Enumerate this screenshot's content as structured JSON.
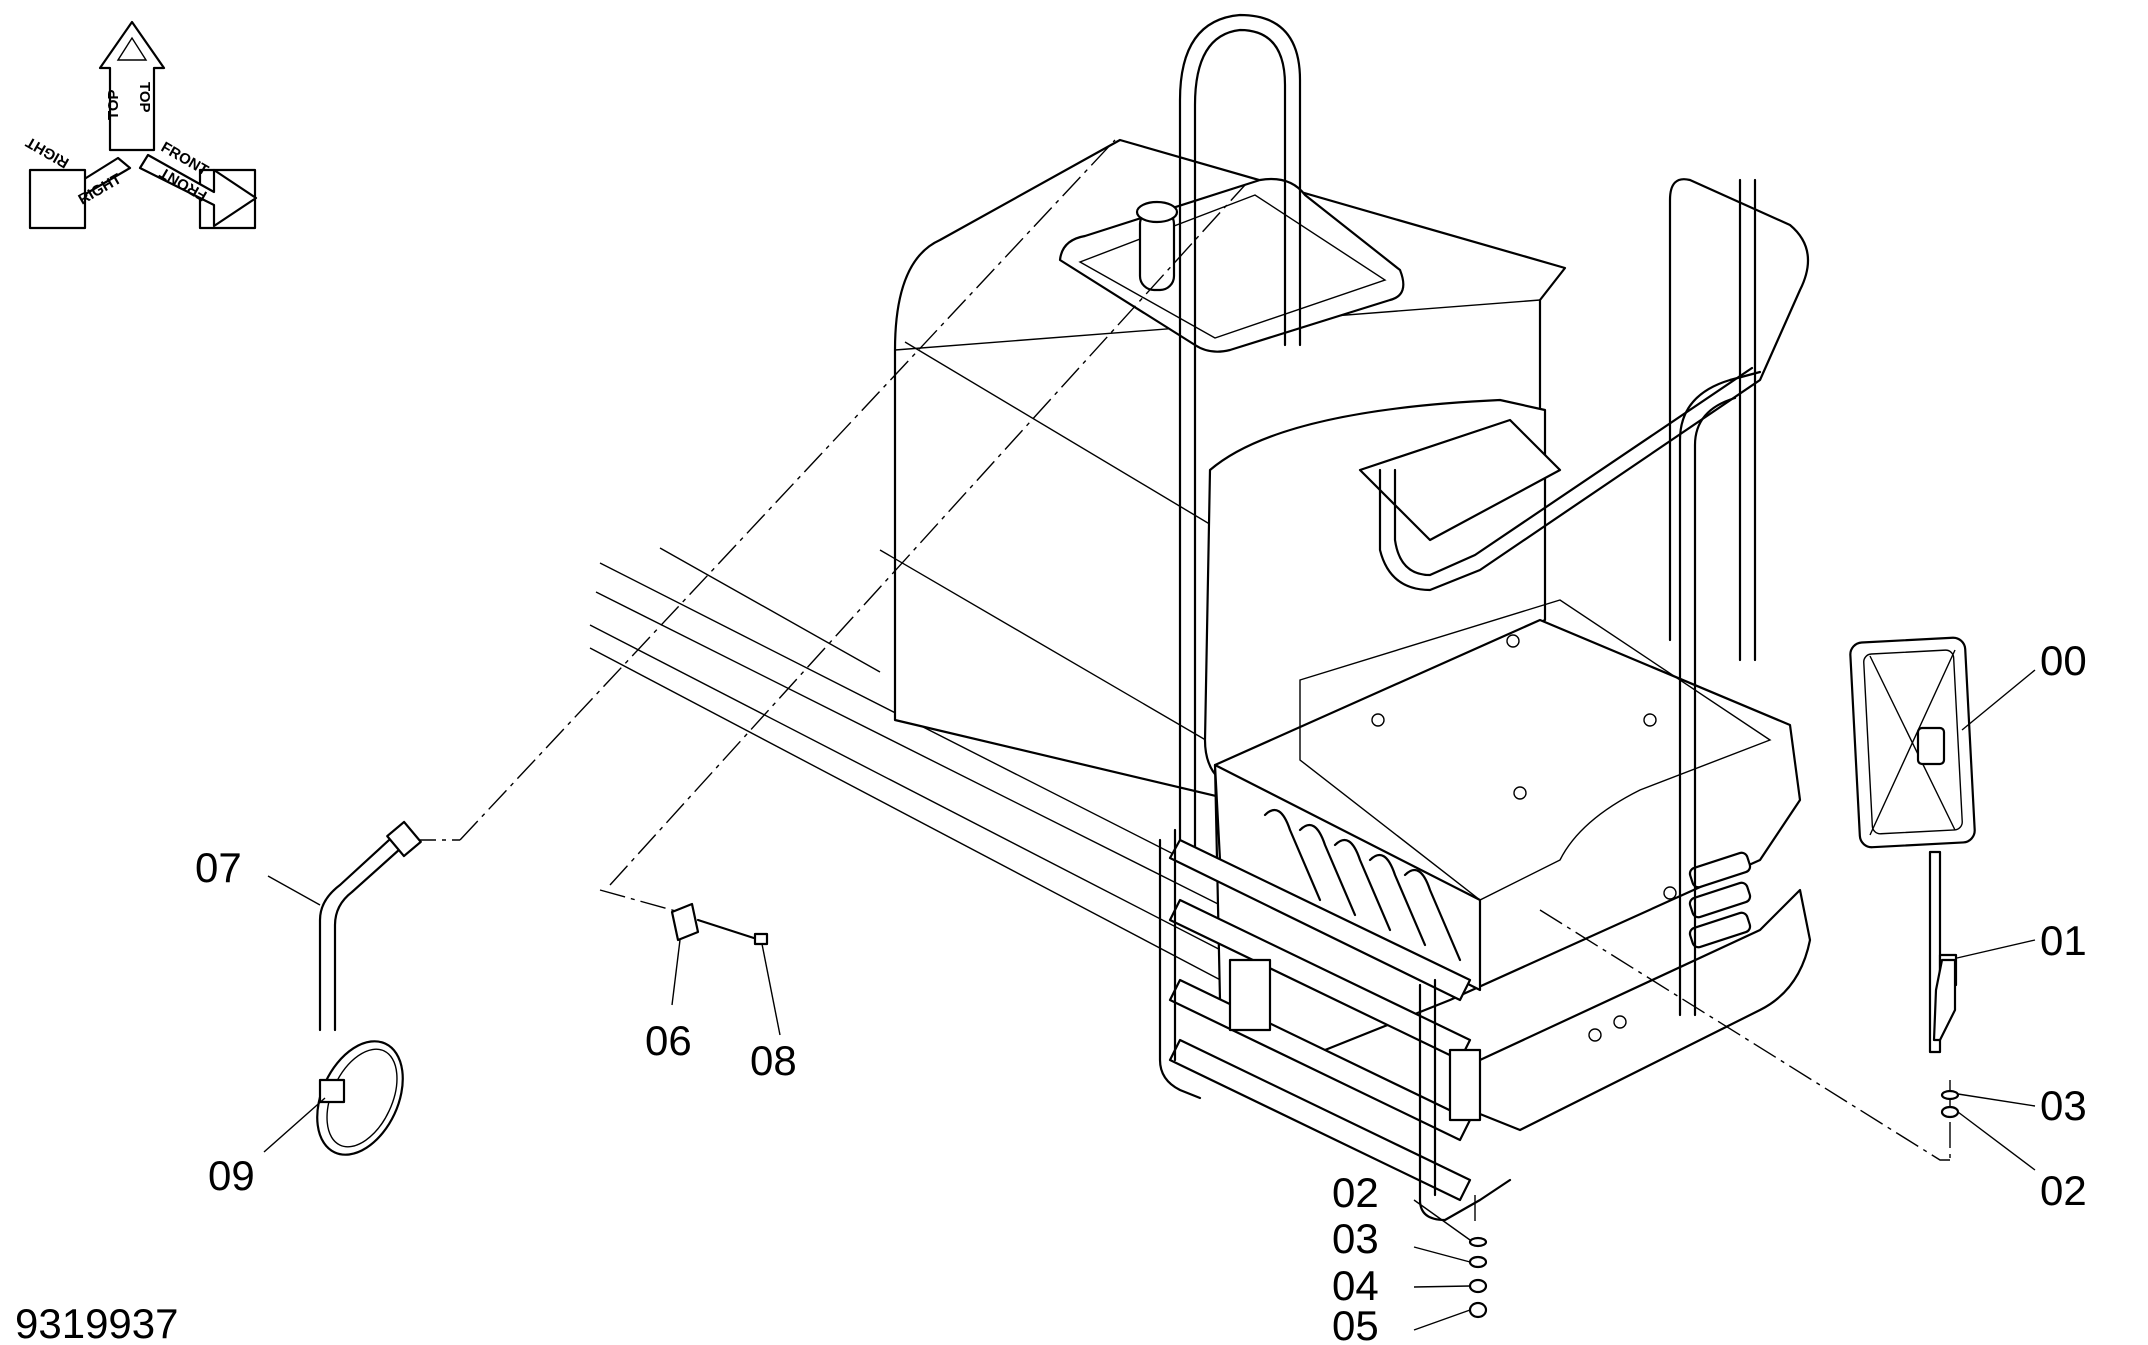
{
  "drawing": {
    "number": "9319937"
  },
  "orientation": {
    "top": "TOP",
    "right": "RIGHT",
    "front": "FRONT"
  },
  "callouts": [
    {
      "id": "00",
      "text": "00"
    },
    {
      "id": "01",
      "text": "01"
    },
    {
      "id": "03-right",
      "text": "03"
    },
    {
      "id": "02-right",
      "text": "02"
    },
    {
      "id": "07",
      "text": "07"
    },
    {
      "id": "06",
      "text": "06"
    },
    {
      "id": "08",
      "text": "08"
    },
    {
      "id": "09",
      "text": "09"
    },
    {
      "id": "02-bottom",
      "text": "02"
    },
    {
      "id": "03-bottom",
      "text": "03"
    },
    {
      "id": "04",
      "text": "04"
    },
    {
      "id": "05",
      "text": "05"
    }
  ]
}
